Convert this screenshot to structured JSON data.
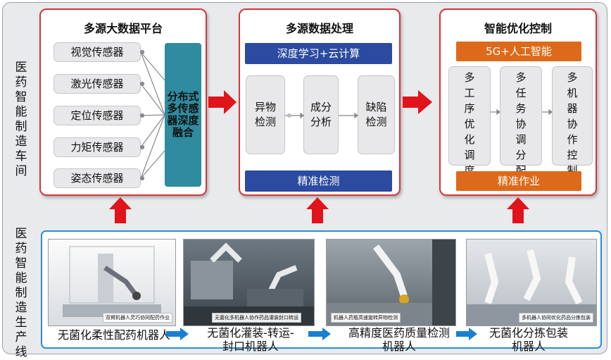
{
  "side_labels": {
    "top": "医药智能制造车间",
    "bottom": "医药智能制造生产线"
  },
  "panel1": {
    "title": "多源大数据平台",
    "sensors": [
      "视觉传感器",
      "激光传感器",
      "定位传感器",
      "力矩传感器",
      "姿态传感器"
    ],
    "fusion": "分布式多传感器深度融合"
  },
  "panel2": {
    "title": "多源数据处理",
    "top_bar": "深度学习+云计算",
    "steps": [
      "异物检测",
      "成分分析",
      "缺陷检测"
    ],
    "bottom_bar": "精准检测"
  },
  "panel3": {
    "title": "智能优化控制",
    "top_bar": "5G+人工智能",
    "steps": [
      "多工序优化调度",
      "多任务协调分配",
      "多机器协作控制"
    ],
    "bottom_bar": "精准作业"
  },
  "production_line": {
    "photo_captions": [
      "双臂机器人灵巧协同配药作业",
      "无菌化多机器人协作药品灌装封口转运",
      "机器人药瓶高速旋转异物检测",
      "多机器人协同优化药品分拣包装"
    ],
    "robots": [
      "无菌化柔性配药机器人",
      "无菌化灌装-转运-封口机器人",
      "高精度医药质量检测机器人",
      "无菌化分拣包装机器人"
    ]
  },
  "colors": {
    "panel_border": "#d8353a",
    "arrow_red": "#e0141b",
    "fusion_teal": "#2f8b9f",
    "processing_blue": "#2b4aa0",
    "control_orange": "#dd6a1a",
    "flow_blue": "#1a7fd1",
    "bottom_frame": "#2a8fd4"
  }
}
